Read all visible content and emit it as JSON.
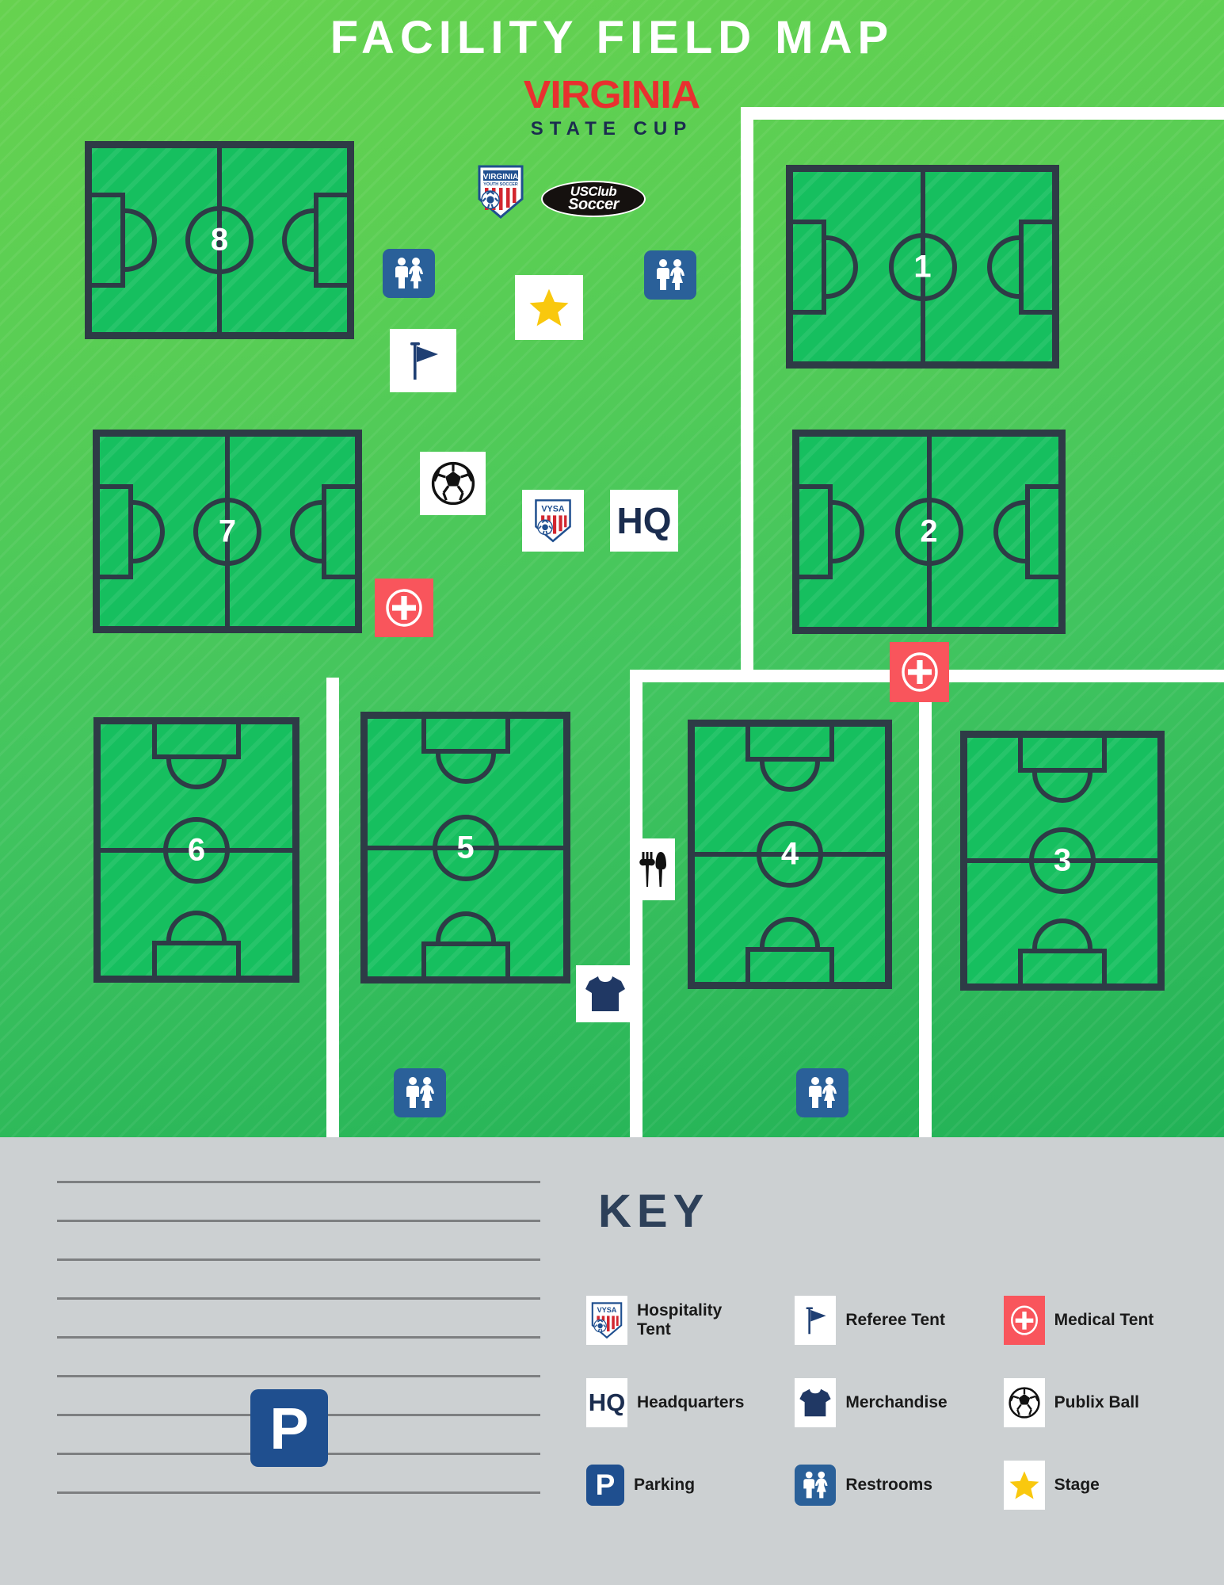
{
  "header": {
    "title": "FACILITY FIELD MAP",
    "logo_virginia": "VIRGINIA",
    "logo_state_cup": "STATE CUP",
    "vysa_text": "VIRGINIA",
    "vysa_sub": "YOUTH SOCCER",
    "usclub_line1": "USClub",
    "usclub_line2": "Soccer"
  },
  "colors": {
    "field_green": "#16bf5f",
    "field_border": "#2e3b46",
    "map_bg_light": "#67d24f",
    "map_bg_dark": "#22b257",
    "path_white": "#ffffff",
    "navy": "#1b2d4f",
    "red_accent": "#e8302f",
    "medical_red": "#f9555c",
    "restroom_blue": "#2a6099",
    "parking_blue": "#1f4f8f",
    "star_gold": "#f9c80e",
    "key_bg": "#ccd0d2"
  },
  "fields": [
    {
      "number": "8",
      "orientation": "horizontal"
    },
    {
      "number": "7",
      "orientation": "horizontal"
    },
    {
      "number": "1",
      "orientation": "horizontal"
    },
    {
      "number": "2",
      "orientation": "horizontal"
    },
    {
      "number": "6",
      "orientation": "vertical"
    },
    {
      "number": "5",
      "orientation": "vertical"
    },
    {
      "number": "4",
      "orientation": "vertical"
    },
    {
      "number": "3",
      "orientation": "vertical"
    }
  ],
  "map_markers": [
    {
      "name": "restrooms",
      "label": "Restrooms"
    },
    {
      "name": "restrooms",
      "label": "Restrooms"
    },
    {
      "name": "restrooms",
      "label": "Restrooms"
    },
    {
      "name": "restrooms",
      "label": "Restrooms"
    },
    {
      "name": "stage",
      "label": "Stage"
    },
    {
      "name": "referee-tent",
      "label": "Referee Tent"
    },
    {
      "name": "publix-ball",
      "label": "Publix Ball"
    },
    {
      "name": "hospitality-tent",
      "label": "Hospitality Tent"
    },
    {
      "name": "headquarters",
      "label": "HQ"
    },
    {
      "name": "medical-tent",
      "label": "Medical Tent"
    },
    {
      "name": "medical-tent",
      "label": "Medical Tent"
    },
    {
      "name": "food",
      "label": "Food"
    },
    {
      "name": "merchandise",
      "label": "Merchandise"
    }
  ],
  "hq_marker_text": "HQ",
  "vysa_marker_text": "VYSA",
  "parking_marker_text": "P",
  "key": {
    "title": "KEY",
    "items": [
      {
        "icon": "vysa-shield-icon",
        "label": "Hospitality Tent"
      },
      {
        "icon": "flag-icon",
        "label": "Referee Tent"
      },
      {
        "icon": "medical-cross-icon",
        "label": "Medical Tent"
      },
      {
        "icon": "hq-icon",
        "label": "Headquarters"
      },
      {
        "icon": "tshirt-icon",
        "label": "Merchandise"
      },
      {
        "icon": "soccer-ball-icon",
        "label": "Publix Ball"
      },
      {
        "icon": "parking-icon",
        "label": "Parking"
      },
      {
        "icon": "restroom-icon",
        "label": "Restrooms"
      },
      {
        "icon": "star-icon",
        "label": "Stage"
      }
    ]
  },
  "notes": {
    "line_count": 9
  }
}
